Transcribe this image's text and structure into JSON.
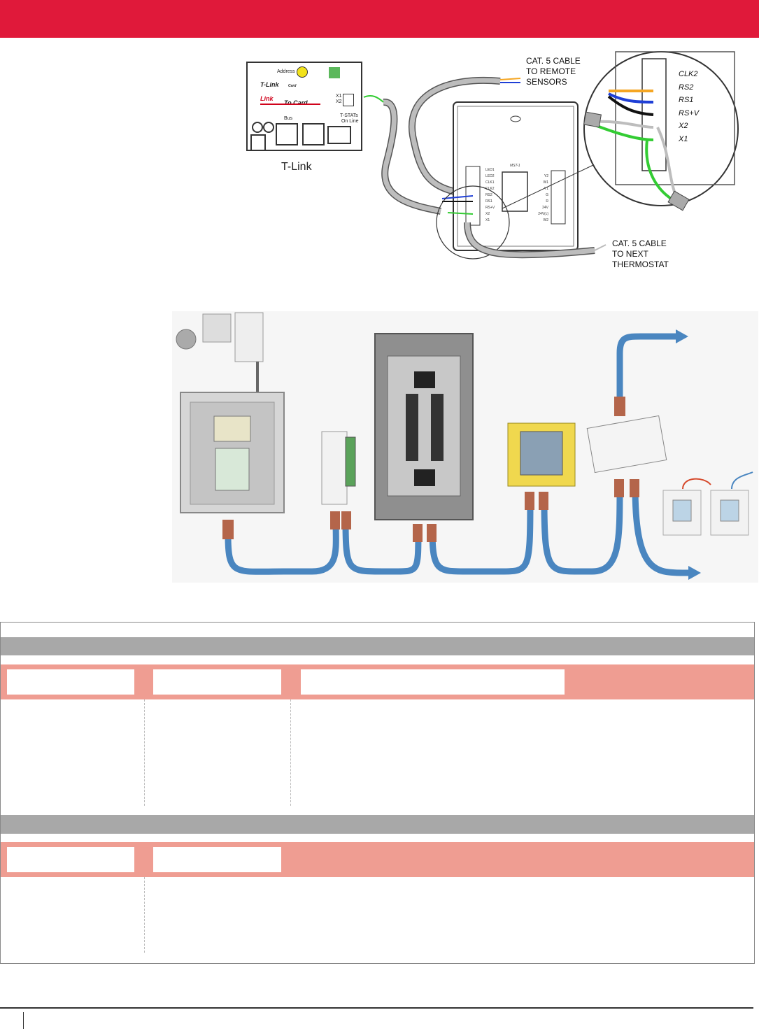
{
  "tlink_card": {
    "address_label": "Address",
    "brand_label": "T-Link",
    "brand_suffix": "Card",
    "link_label": "Link",
    "to_card_label": "To Card",
    "bus_label": "Bus",
    "x1_label": "X1",
    "x2_label": "X2",
    "tstats_label": "T-STATs",
    "online_label": "On Line",
    "caption": "T-Link"
  },
  "thermostat": {
    "model_label": "MST-1",
    "left_terminals": [
      "LED1",
      "LED2",
      "CLK1",
      "CLK2",
      "RS2",
      "RS1",
      "RS+V",
      "X2",
      "X1"
    ],
    "right_terminals": [
      "Y2",
      "W1",
      "Y1",
      "G",
      "R",
      "24V",
      "24V(c)",
      "W2"
    ]
  },
  "callouts": {
    "remote_sensors": "CAT. 5  CABLE\nTO REMOTE\nSENSORS",
    "next_thermostat": "CAT. 5  CABLE\nTO NEXT\nTHERMOSTAT"
  },
  "zoom_terminals": [
    "CLK2",
    "RS2",
    "RS1",
    "RS+V",
    "X2",
    "X1"
  ],
  "colors": {
    "banner": "#e0193a",
    "table_header_band": "#ef9d92",
    "table_section_band": "#a8a8a8",
    "cable_blue": "#4a86c0",
    "wire_green": "#33cc33",
    "wire_orange": "#f5a623",
    "wire_blue": "#1f3fd6"
  }
}
